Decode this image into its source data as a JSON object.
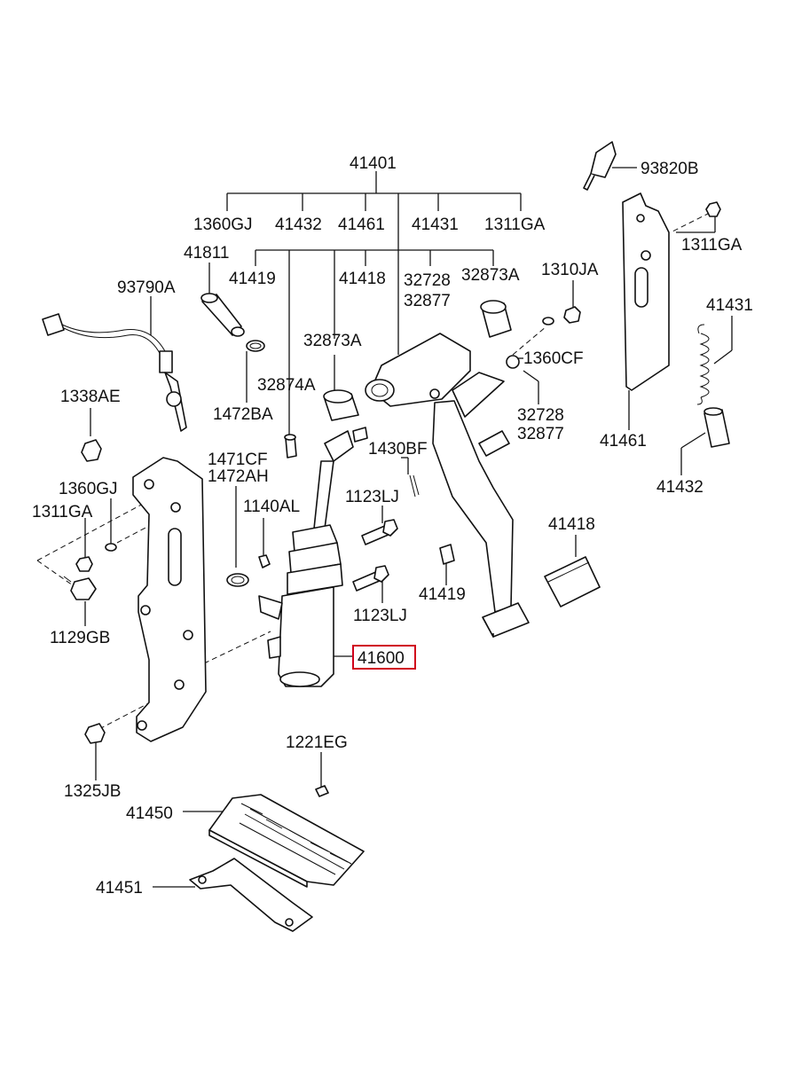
{
  "diagram": {
    "highlight_color": "#d0021b",
    "labels": {
      "p41401": "41401",
      "p93820B": "93820B",
      "p1360GJ_top": "1360GJ",
      "p41432_top": "41432",
      "p41461_top": "41461",
      "p41431_top": "41431",
      "p1311GA_top": "1311GA",
      "p1311GA_right": "1311GA",
      "p41811": "41811",
      "p41419_top": "41419",
      "p41418_top": "41418",
      "p32728_top": "32728",
      "p32877_top": "32877",
      "p32873A_top": "32873A",
      "p1310JA": "1310JA",
      "p93790A": "93790A",
      "p41431_right": "41431",
      "p32873A_mid": "32873A",
      "p1360CF": "1360CF",
      "p32874A": "32874A",
      "p1338AE": "1338AE",
      "p1472BA": "1472BA",
      "p32728_mid": "32728",
      "p32877_mid": "32877",
      "p41461_right": "41461",
      "p1471CF": "1471CF",
      "p1472AH": "1472AH",
      "p1430BF": "1430BF",
      "p1360GJ_left": "1360GJ",
      "p1311GA_left": "1311GA",
      "p41432_right": "41432",
      "p1140AL": "1140AL",
      "p1123LJ_upper": "1123LJ",
      "p41418_right": "41418",
      "p41419_mid": "41419",
      "p1123LJ_lower": "1123LJ",
      "p1129GB": "1129GB",
      "p41600": "41600",
      "p1221EG": "1221EG",
      "p1325JB": "1325JB",
      "p41450": "41450",
      "p41451": "41451"
    }
  }
}
